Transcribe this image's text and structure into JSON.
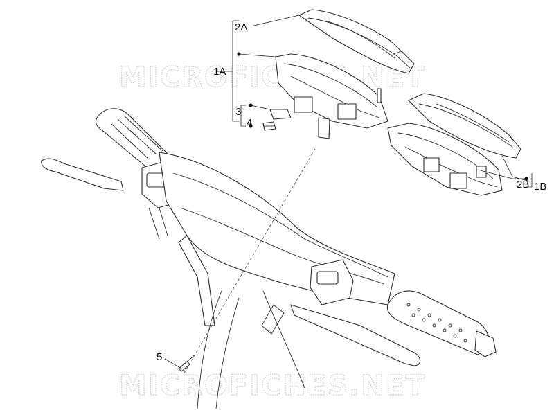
{
  "watermark": {
    "text_top": "MICROFICHES.NET",
    "text_bottom": "MICROFICHES.NET"
  },
  "callouts": {
    "label_2A": "2A",
    "label_1A": "1A",
    "label_3": "3",
    "label_4": "4",
    "label_2B": "2B",
    "label_1B": "1B",
    "label_5": "5"
  },
  "colors": {
    "line": "#2b2b2b",
    "watermark": "#c9c9c9",
    "background": "#ffffff"
  }
}
